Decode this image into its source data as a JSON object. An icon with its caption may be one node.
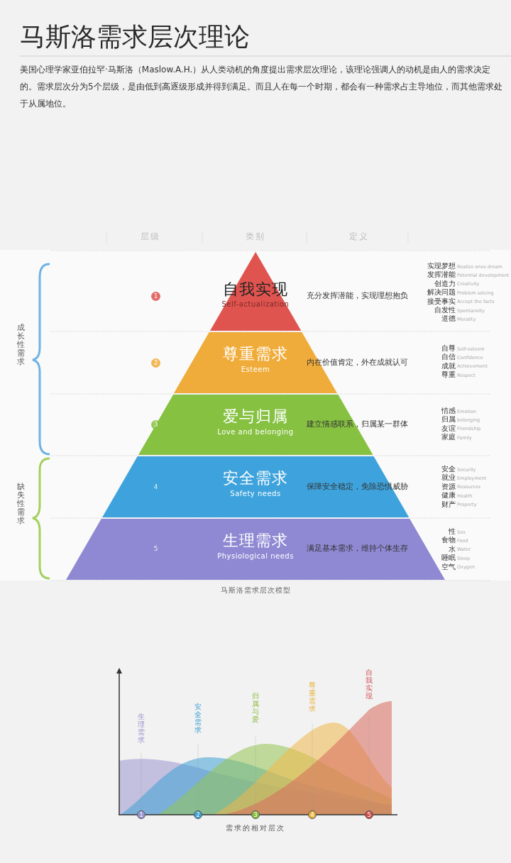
{
  "diagram": {
    "title": "马斯洛需求层次理论",
    "caption": "马斯洛需求层次模型",
    "nodes": [
      {
        "text": [
          "自我实现",
          "Self-actualization"
        ]
      },
      {
        "text": [
          "尊重需求",
          "Esteem"
        ]
      },
      {
        "text": [
          "爱与归属",
          "Love and belonging"
        ]
      },
      {
        "text": [
          "安全需求",
          "Safety needs"
        ]
      },
      {
        "text": [
          "生理需求",
          "Physiological needs"
        ]
      }
    ],
    "edges": [],
    "labels": [
      "美国心理学家亚伯拉罕·马斯洛（Maslow.A.H.）从人类动机的角度提出需求层次理论，该理论强调人的动机是由人的需求决定的。需求层次分为5个层级，是由低到高逐级形成并得到满足。而且人在每一个时期，都会有一种需求占主导地位，而其他需求处于从属地位。",
      "层级",
      "类别",
      "定义",
      "成长性需求",
      "缺失性需求",
      "1",
      "2",
      "3",
      "4",
      "5",
      "充分发挥潜能，实现理想抱负",
      "内在价值肯定，外在成就认可",
      "建立情感联系，归属某一群体",
      "保障安全稳定，免除恐惧威胁",
      "满足基本需求，维持个体生存",
      "实现梦想",
      "Realize ones dream",
      "发挥潜能",
      "Potential development",
      "创造力",
      "Creativity",
      "解决问题",
      "Problem solving",
      "接受事实",
      "Accept the facts",
      "自发性",
      "Spontaneity",
      "道德",
      "Morality",
      "自尊",
      "Self-esteem",
      "自信",
      "Confidence",
      "成就",
      "Achievement",
      "尊重",
      "Respect",
      "情感",
      "Emotion",
      "归属",
      "belonging",
      "友谊",
      "Friendship",
      "家庭",
      "Family",
      "安全",
      "Security",
      "就业",
      "Employment",
      "资源",
      "Resources",
      "健康",
      "Health",
      "财产",
      "Property",
      "性",
      "Sex",
      "食物",
      "Food",
      "水",
      "Water",
      "睡眠",
      "Sleep",
      "空气",
      "Oxygen",
      "生理需求",
      "安全需求",
      "归属与爱",
      "尊重需求",
      "自我实现",
      "1",
      "2",
      "3",
      "4",
      "5",
      "需求的相对层次"
    ]
  }
}
